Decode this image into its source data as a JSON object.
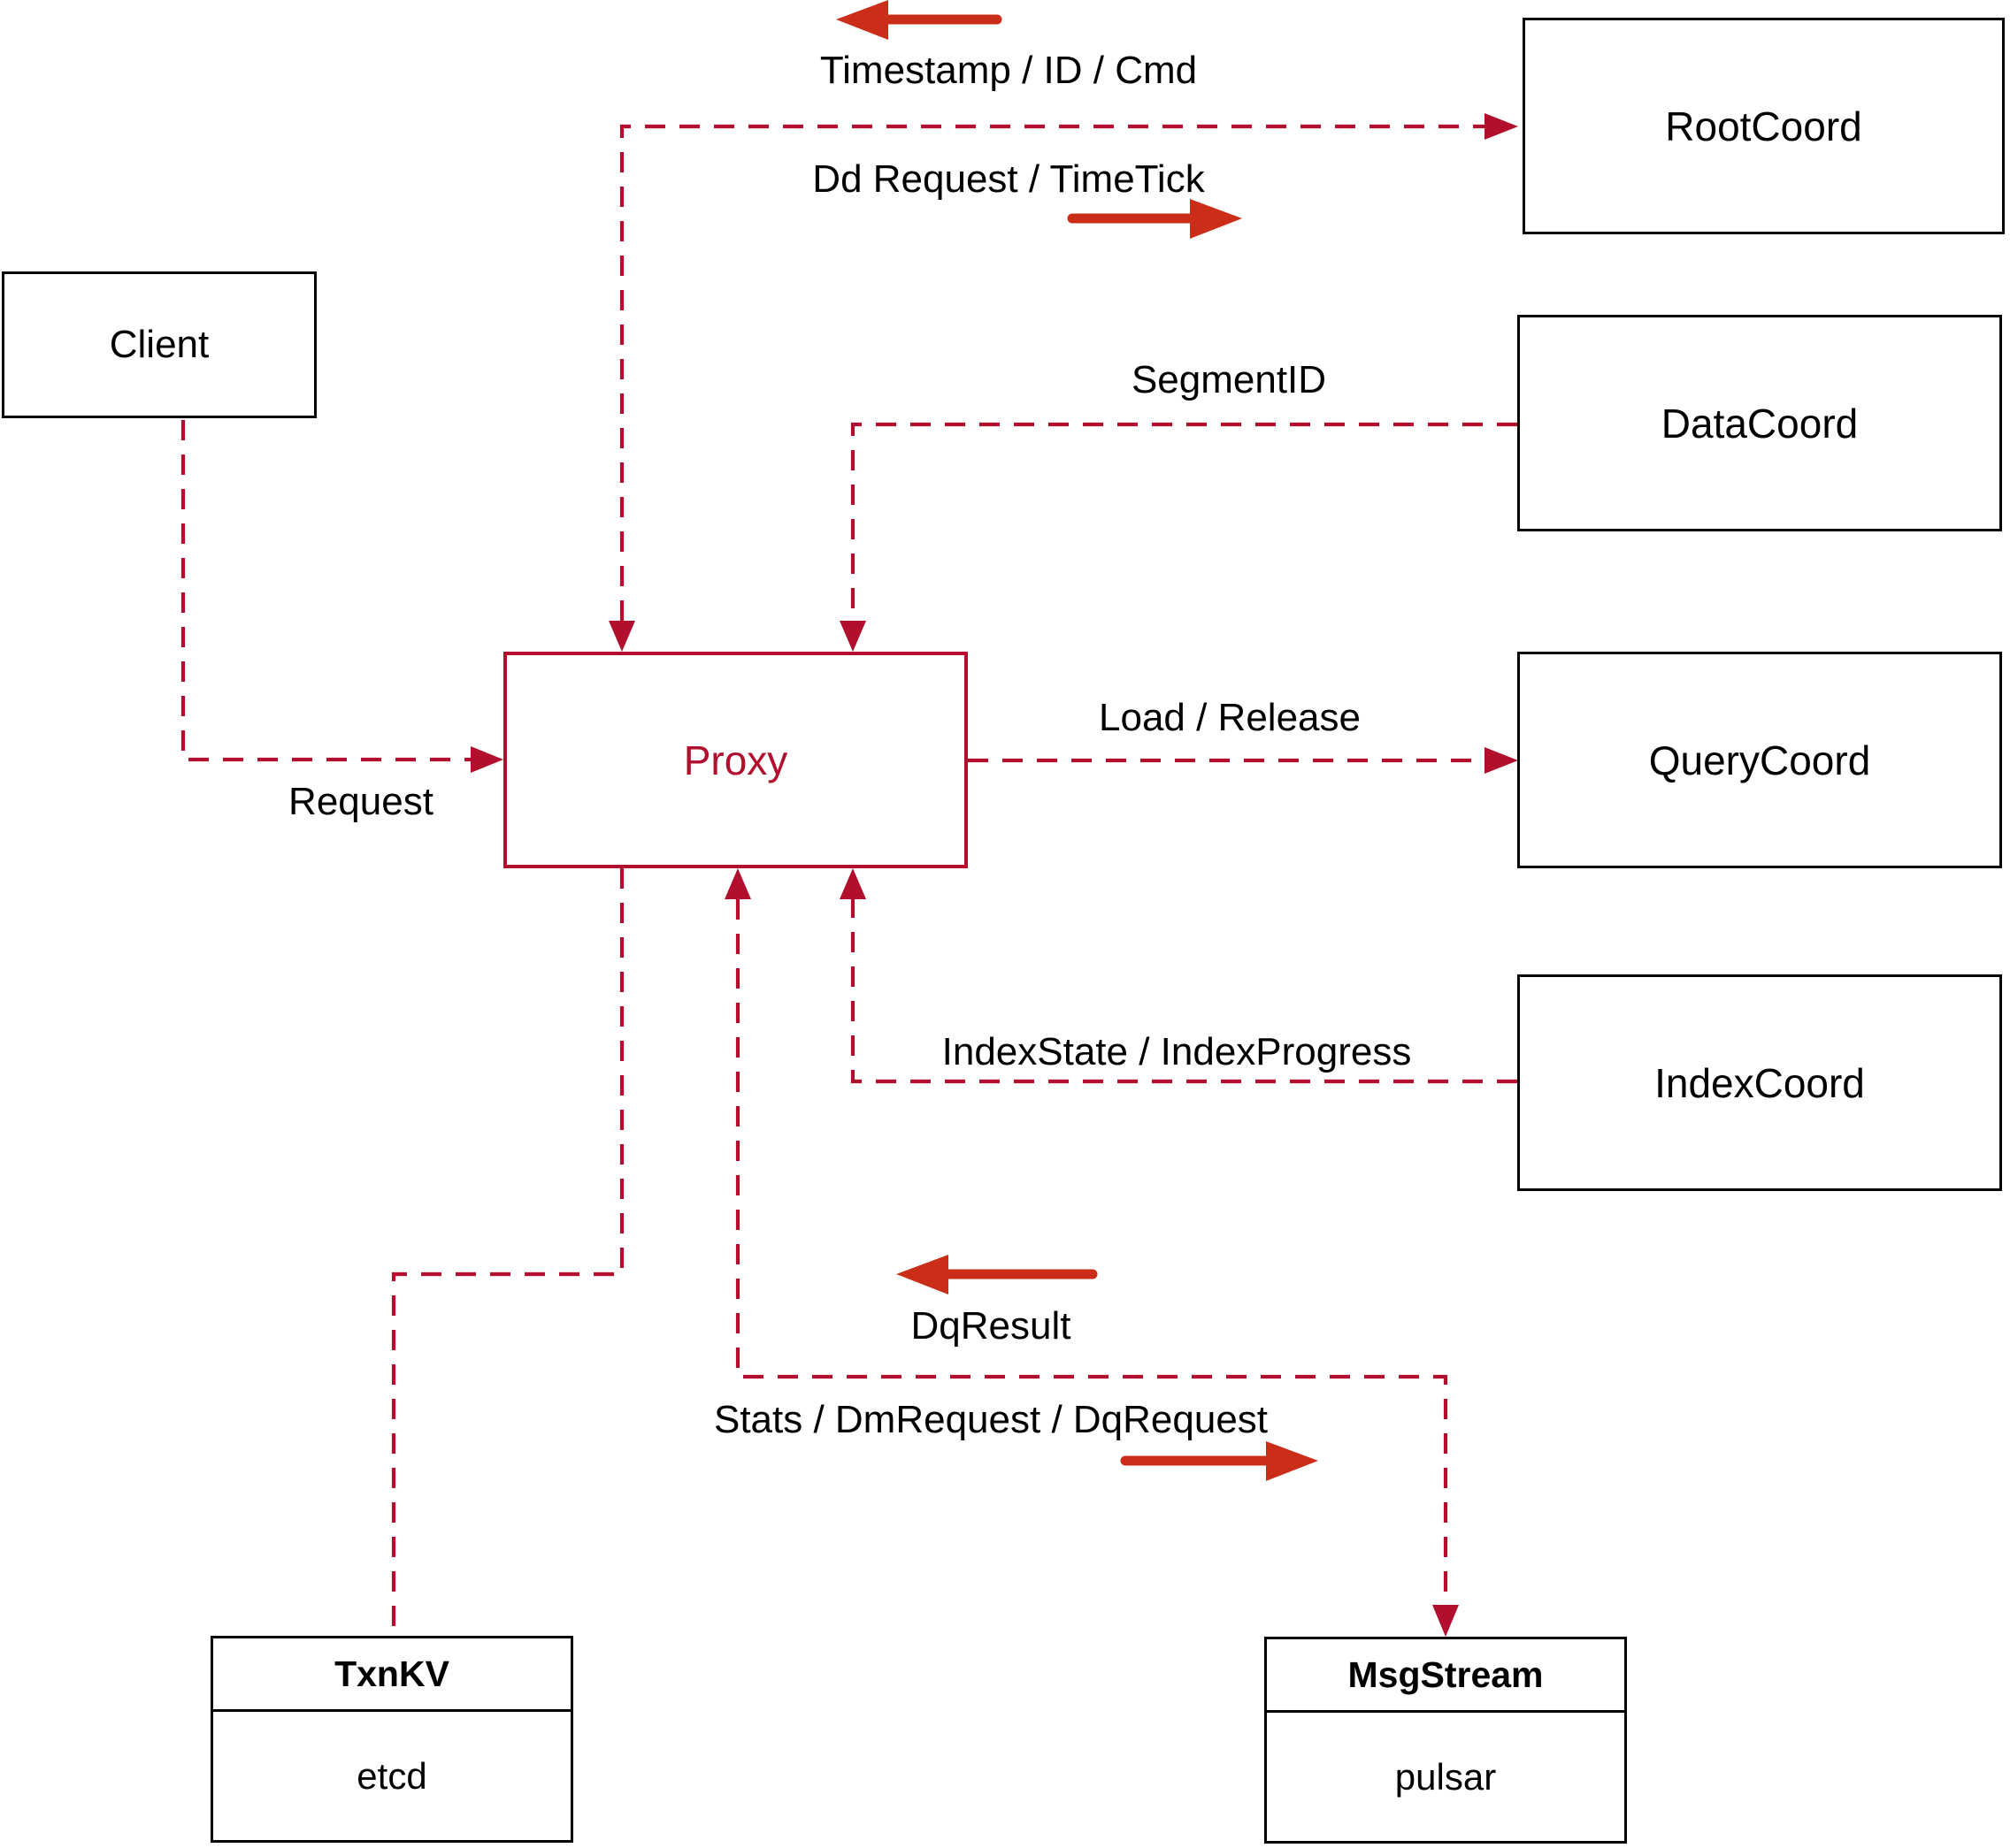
{
  "colors": {
    "line-red": "#b20e2e",
    "arrow-red": "#cb2e18",
    "box-black": "#000000"
  },
  "nodes": {
    "client": {
      "label": "Client"
    },
    "rootcoord": {
      "label": "RootCoord"
    },
    "datacoord": {
      "label": "DataCoord"
    },
    "querycoord": {
      "label": "QueryCoord"
    },
    "indexcoord": {
      "label": "IndexCoord"
    },
    "proxy": {
      "label": "Proxy"
    },
    "txnkv": {
      "title": "TxnKV",
      "body": "etcd"
    },
    "msgstream": {
      "title": "MsgStream",
      "body": "pulsar"
    }
  },
  "edge_labels": {
    "timestamp": "Timestamp / ID / Cmd",
    "dd_request": "Dd Request / TimeTick",
    "segment_id": "SegmentID",
    "load_release": "Load / Release",
    "index_state": "IndexState / IndexProgress",
    "dq_result": "DqResult",
    "stats": "Stats / DmRequest / DqRequest",
    "request": "Request"
  }
}
